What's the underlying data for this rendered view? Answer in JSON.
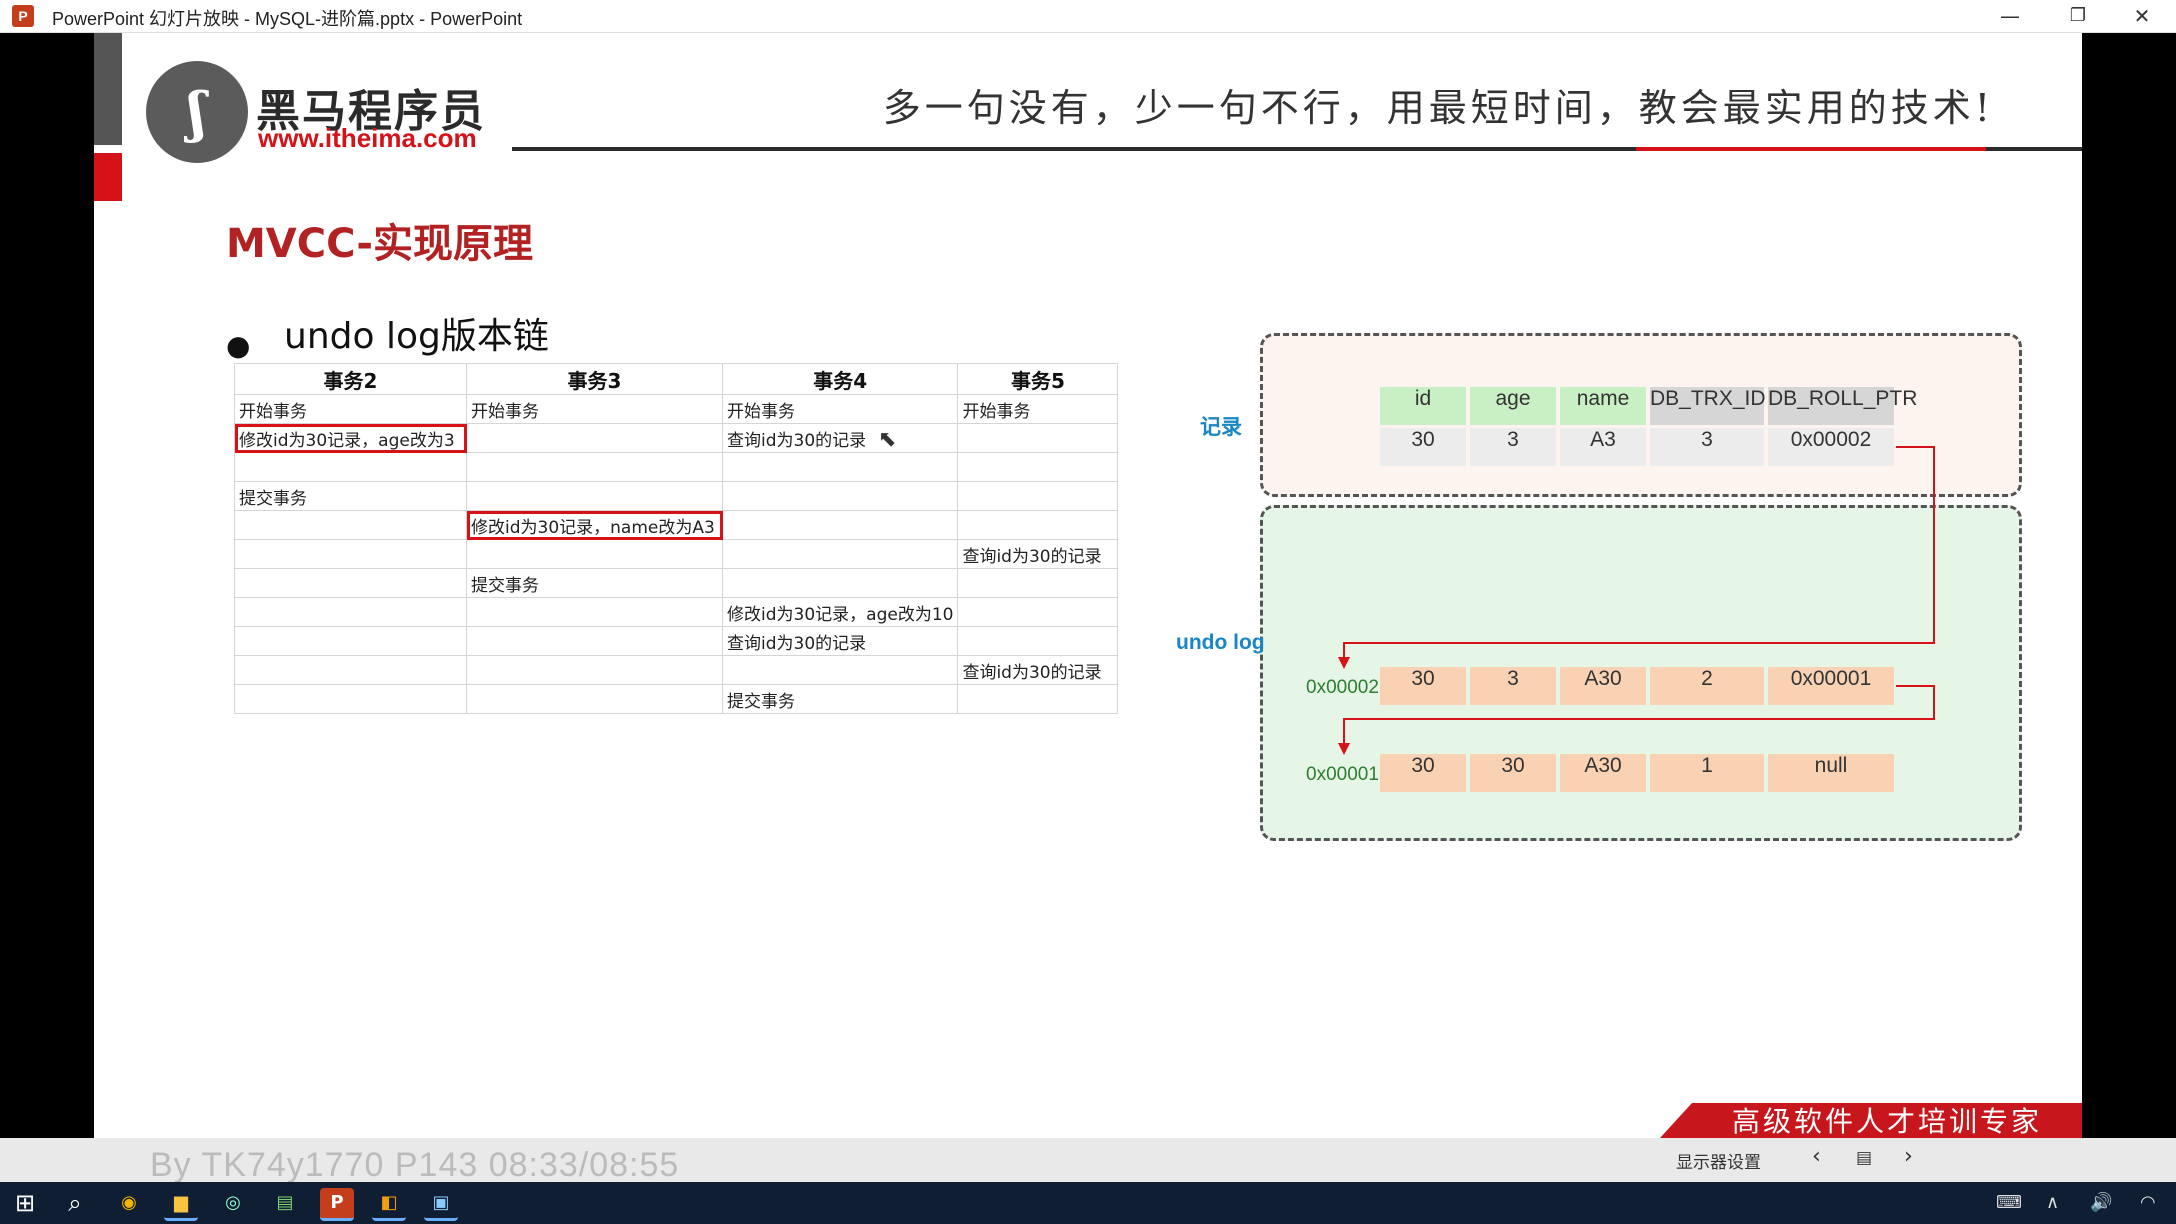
{
  "window": {
    "title": "PowerPoint 幻灯片放映  -  MySQL-进阶篇.pptx - PowerPoint",
    "app_icon": "P",
    "minimize": "—",
    "restore": "❐",
    "close": "✕"
  },
  "slide": {
    "logo_glyph": "ʃ",
    "logo_name": "黑马程序员",
    "logo_url": "www.itheima.com",
    "slogan": "多一句没有，少一句不行，用最短时间，教会最实用的技术!",
    "title": "MVCC-实现原理",
    "bullet": "undo log版本链",
    "colors": {
      "accent_red": "#d41217",
      "label_blue": "#1a86c6",
      "addr_green": "#2e7d32"
    }
  },
  "tx_table": {
    "headers": [
      "事务2",
      "事务3",
      "事务4",
      "事务5"
    ],
    "rows": [
      [
        "开始事务",
        "开始事务",
        "开始事务",
        "开始事务"
      ],
      [
        "修改id为30记录，age改为3",
        "",
        "查询id为30的记录",
        ""
      ],
      [
        "",
        "",
        "",
        ""
      ],
      [
        "提交事务",
        "",
        "",
        ""
      ],
      [
        "",
        "修改id为30记录，name改为A3",
        "",
        ""
      ],
      [
        "",
        "",
        "",
        "查询id为30的记录"
      ],
      [
        "",
        "提交事务",
        "",
        ""
      ],
      [
        "",
        "",
        "修改id为30记录，age改为10",
        ""
      ],
      [
        "",
        "",
        "查询id为30的记录",
        ""
      ],
      [
        "",
        "",
        "",
        "查询id为30的记录"
      ],
      [
        "",
        "",
        "提交事务",
        ""
      ]
    ]
  },
  "diagram": {
    "record_label": "记录",
    "undo_label": "undo log",
    "columns": [
      "id",
      "age",
      "name",
      "DB_TRX_ID",
      "DB_ROLL_PTR"
    ],
    "record": [
      "30",
      "3",
      "A3",
      "3",
      "0x00002"
    ],
    "undo_rows": [
      {
        "addr": "0x00002",
        "values": [
          "30",
          "3",
          "A30",
          "2",
          "0x00001"
        ]
      },
      {
        "addr": "0x00001",
        "values": [
          "30",
          "30",
          "A30",
          "1",
          "null"
        ]
      }
    ]
  },
  "banner": {
    "text": "高级软件人才培训专家"
  },
  "slideshow_bar": {
    "display_settings": "显示器设置",
    "prev": "‹",
    "menu": "▤",
    "next": "›"
  },
  "overlay": {
    "watermark": "By TK74y1770 P143 08:33/08:55"
  },
  "taskbar": {
    "start": "⊞",
    "search": "⌕",
    "apps": [
      "◉",
      "▆",
      "◎",
      "▤",
      "P",
      "◧",
      "▣"
    ],
    "tray": [
      "⌨",
      "∧",
      "🔊",
      "◠"
    ]
  }
}
